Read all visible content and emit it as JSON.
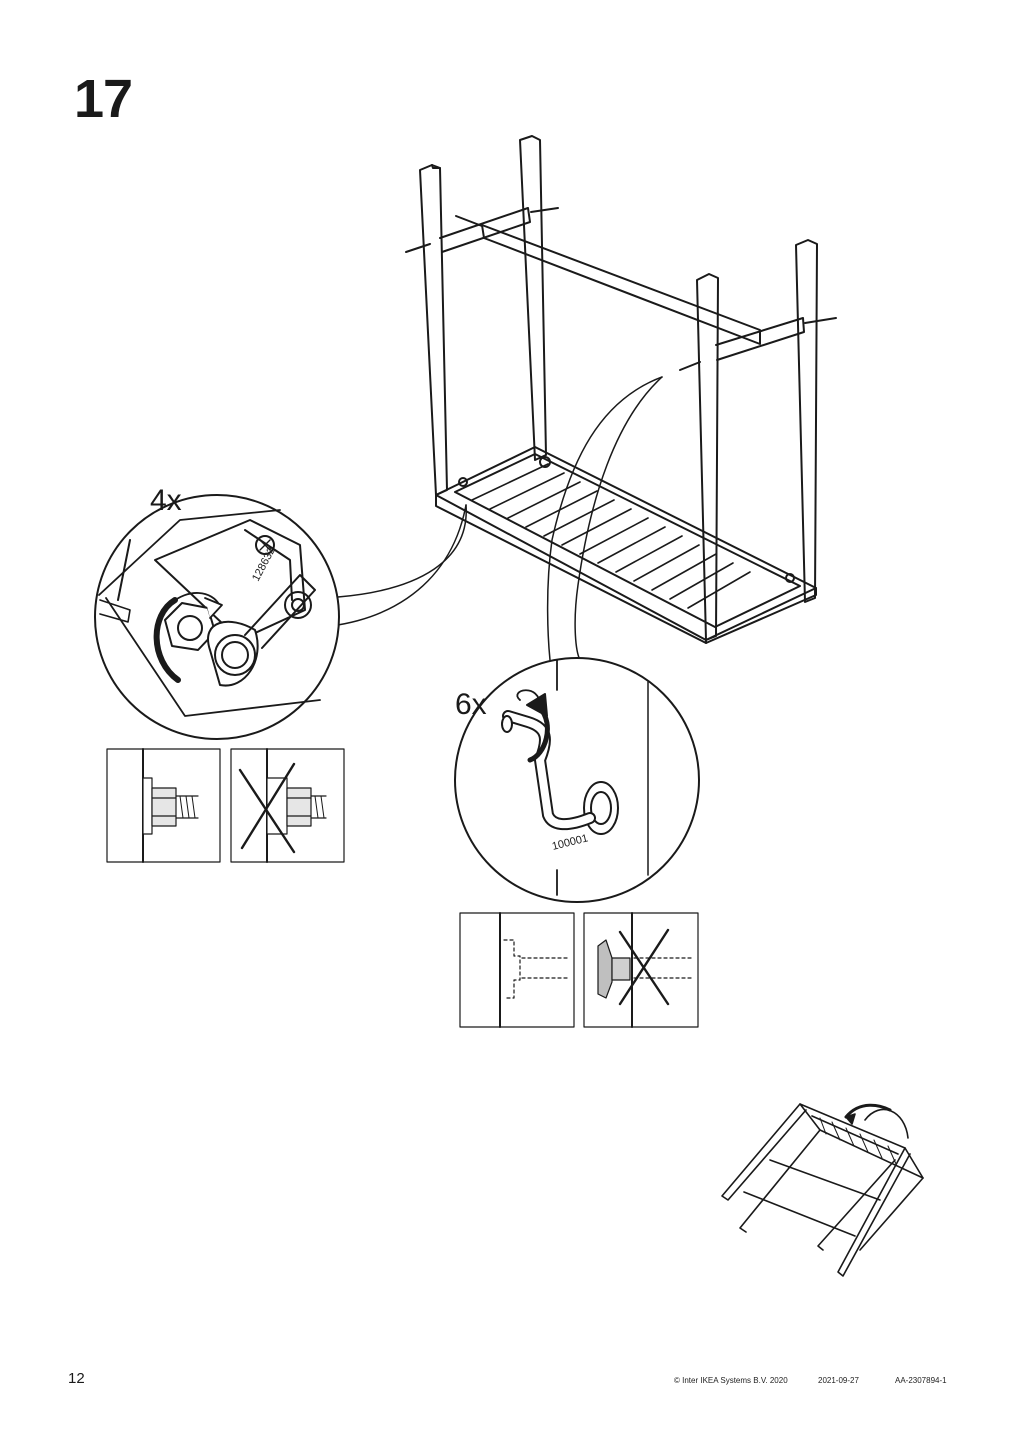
{
  "step": {
    "number": "17"
  },
  "details": {
    "bolt_detail": {
      "quantity": "4x",
      "part_number": "128632"
    },
    "screw_detail": {
      "quantity": "6x",
      "part_number": "100001"
    }
  },
  "footer": {
    "page_number": "12",
    "copyright": "© Inter IKEA Systems B.V. 2020",
    "date": "2021-09-27",
    "doc_id": "AA-2307894-1"
  }
}
